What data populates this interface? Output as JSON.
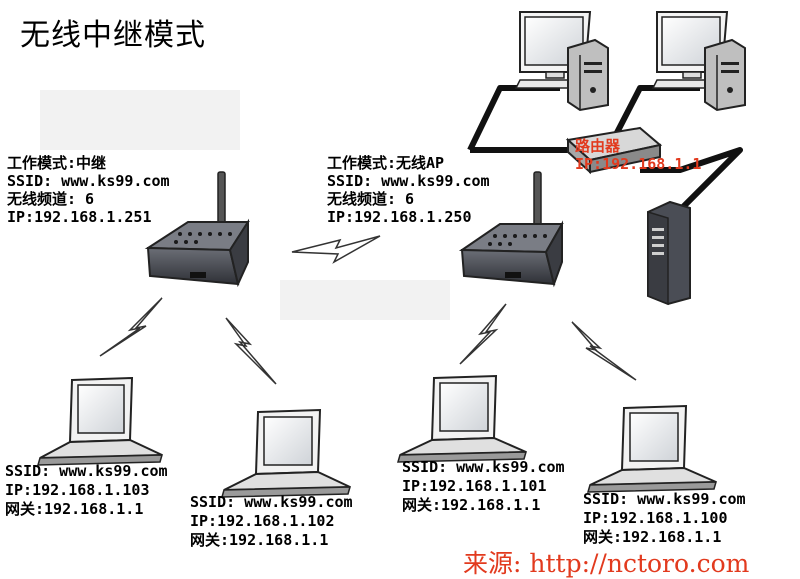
{
  "title": "无线中继模式",
  "repeater": {
    "mode": "工作模式:中继",
    "ssid": "SSID: www.ks99.com",
    "channel": "无线频道: 6",
    "ip": "IP:192.168.1.251"
  },
  "ap": {
    "mode": "工作模式:无线AP",
    "ssid": "SSID: www.ks99.com",
    "channel": "无线频道: 6",
    "ip": "IP:192.168.1.250"
  },
  "router": {
    "name": "路由器",
    "ip": "IP:192.168.1.1"
  },
  "laptops": [
    {
      "ssid": "SSID: www.ks99.com",
      "ip": "IP:192.168.1.103",
      "gateway": "网关:192.168.1.1"
    },
    {
      "ssid": "SSID: www.ks99.com",
      "ip": "IP:192.168.1.102",
      "gateway": "网关:192.168.1.1"
    },
    {
      "ssid": "SSID: www.ks99.com",
      "ip": "IP:192.168.1.101",
      "gateway": "网关:192.168.1.1"
    },
    {
      "ssid": "SSID: www.ks99.com",
      "ip": "IP:192.168.1.100",
      "gateway": "网关:192.168.1.1"
    }
  ],
  "source": {
    "label": "来源:",
    "url": "http://nctoro.com"
  },
  "colors": {
    "cable": "#111111",
    "device_body": "#4a4d55",
    "label_red": "#e23a1e"
  }
}
